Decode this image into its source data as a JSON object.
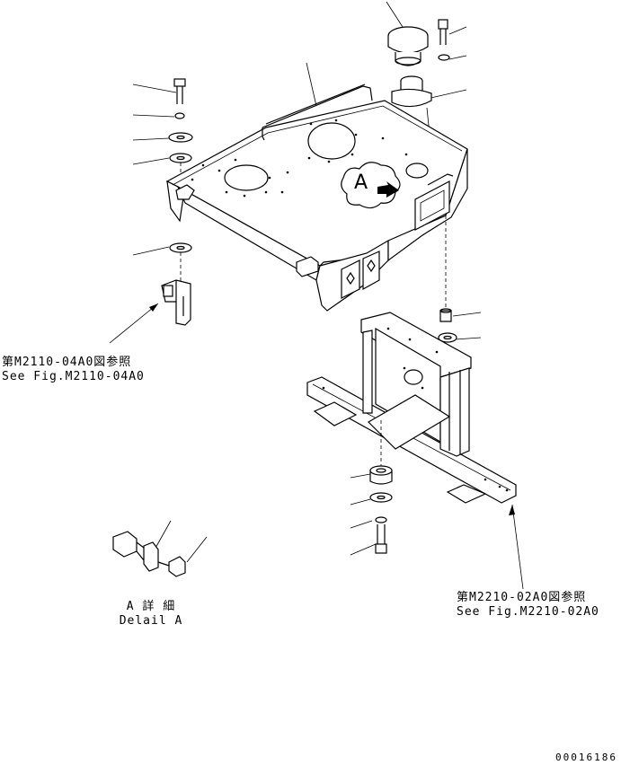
{
  "callouts": {
    "left_ref": {
      "line1": "第M2110-04A0図参照",
      "line2": "See Fig.M2110-04A0"
    },
    "right_ref": {
      "line1": "第M2210-02A0図参照",
      "line2": "See Fig.M2210-02A0"
    }
  },
  "detail": {
    "view_letter": "A",
    "line1": "A 詳 細",
    "line2": "Delail A"
  },
  "drawing_number": "00016186",
  "colors": {
    "ink": "#000000",
    "paper": "#ffffff"
  }
}
